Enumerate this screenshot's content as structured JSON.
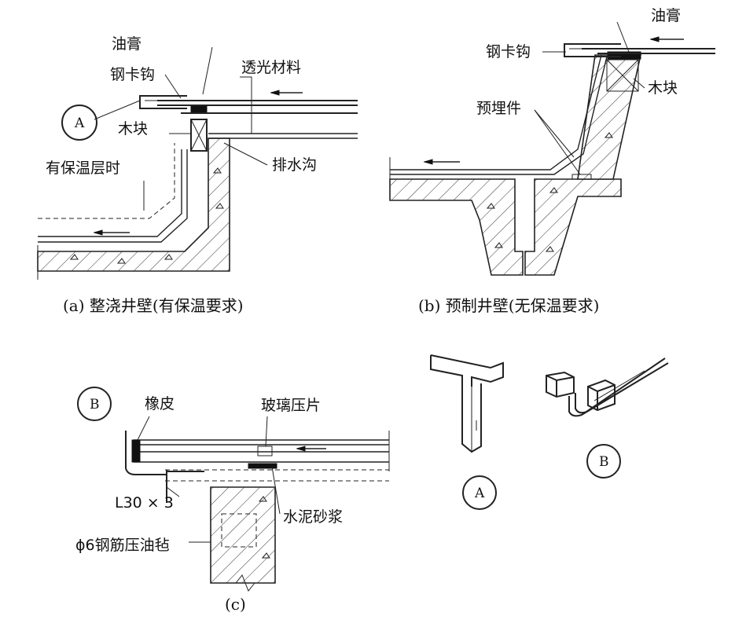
{
  "labels": {
    "oil_paste_a": "油膏",
    "steel_hook_a": "钢卡钩",
    "translucent_material": "透光材料",
    "circle_a": "A",
    "wood_block_a": "木块",
    "with_insulation": "有保温层时",
    "drain_ditch": "排水沟",
    "oil_paste_b": "油膏",
    "steel_hook_b": "钢卡钩",
    "wood_block_b": "木块",
    "embedded_part": "预埋件",
    "rubber": "橡皮",
    "circle_b_c": "B",
    "glass_press": "玻璃压片",
    "angle_steel": "L30 × 3",
    "cement_mortar": "水泥砂浆",
    "rebar_felt": "ϕ6钢筋压油毡",
    "detail_a": "A",
    "detail_b": "B"
  },
  "captions": {
    "a": "(a) 整浇井壁(有保温要求)",
    "b": "(b) 预制井壁(无保温要求)",
    "c": "(c)"
  }
}
